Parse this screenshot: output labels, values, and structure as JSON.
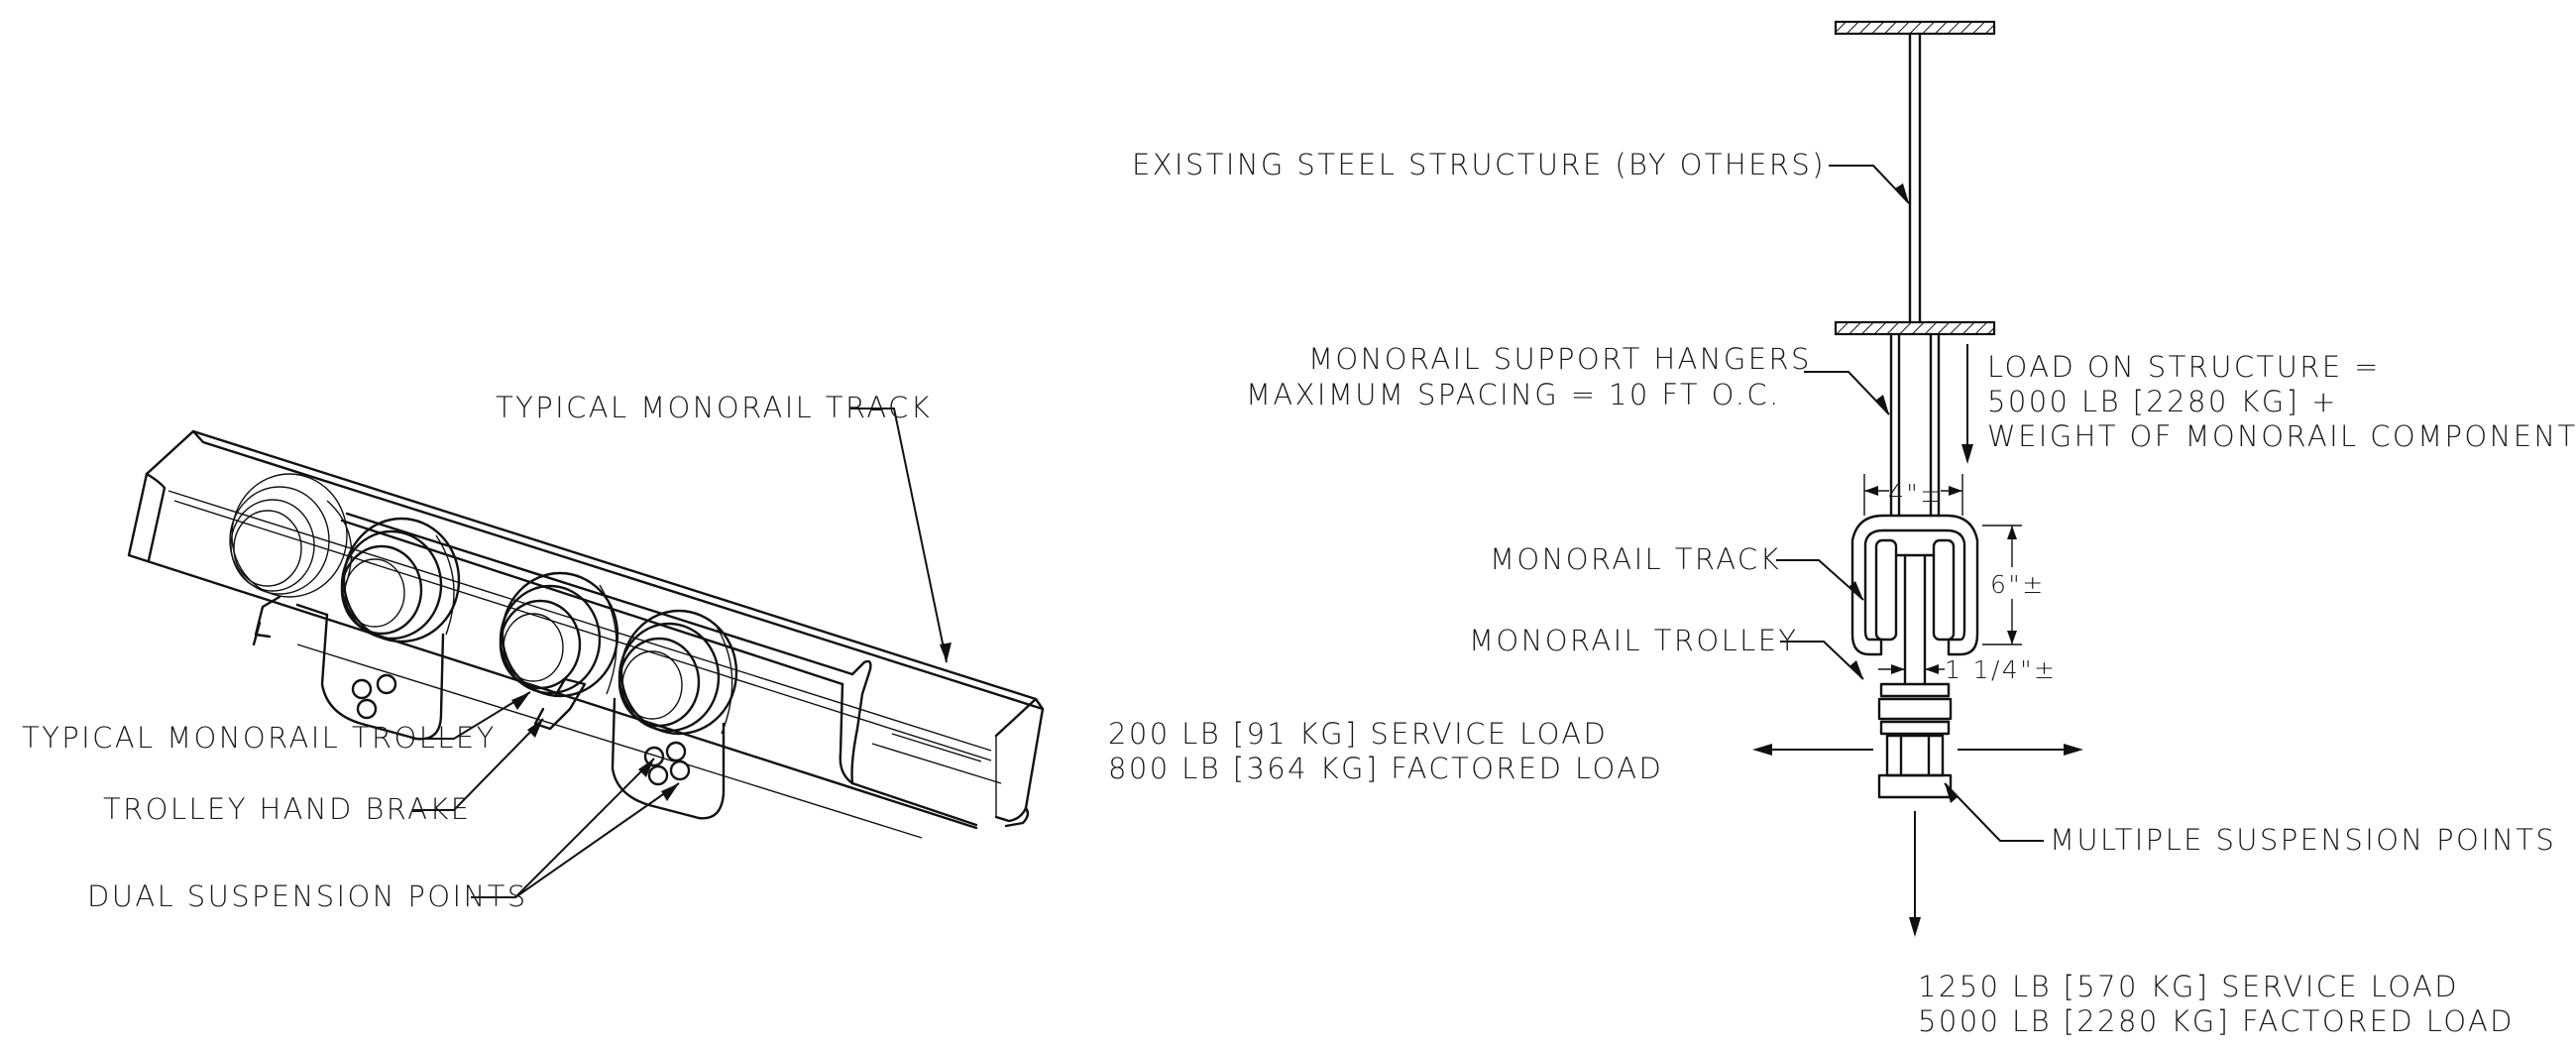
{
  "iso_view": {
    "typical_monorail_track": "TYPICAL MONORAIL TRACK",
    "typical_monorail_trolley": "TYPICAL MONORAIL TROLLEY",
    "trolley_hand_brake": "TROLLEY HAND BRAKE",
    "dual_suspension_points": "DUAL SUSPENSION POINTS"
  },
  "section_view": {
    "existing_steel_structure": "EXISTING STEEL STRUCTURE (BY OTHERS)",
    "hangers_line1": "MONORAIL SUPPORT HANGERS",
    "hangers_line2": "MAXIMUM SPACING = 10 FT O.C.",
    "load_line1": "LOAD ON STRUCTURE =",
    "load_line2": "5000 LB [2280 KG] +",
    "load_line3": "WEIGHT OF MONORAIL COMPONENTS",
    "dim_width": "4\"±",
    "dim_height": "6\"±",
    "dim_flange": "1 1/4\"±",
    "monorail_track": "MONORAIL TRACK",
    "monorail_trolley": "MONORAIL TROLLEY",
    "lateral_service": "200 LB [91 KG] SERVICE LOAD",
    "lateral_factored": "800 LB [364 KG] FACTORED LOAD",
    "multiple_suspension_points": "MULTIPLE SUSPENSION POINTS",
    "vertical_service": "1250 LB [570 KG] SERVICE LOAD",
    "vertical_factored": "5000 LB [2280 KG] FACTORED LOAD"
  }
}
